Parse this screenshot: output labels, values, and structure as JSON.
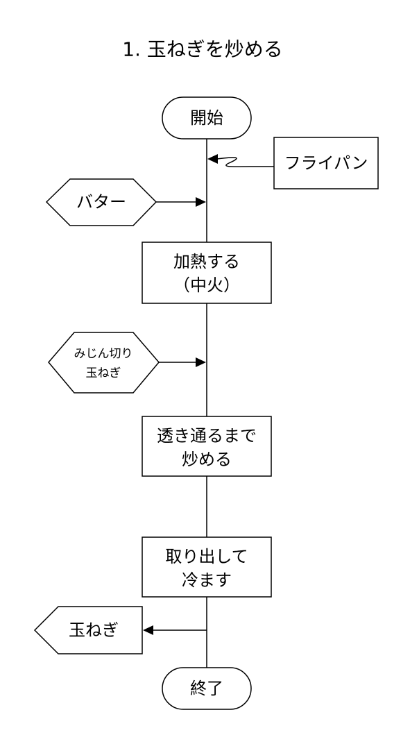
{
  "title": "1. 玉ねぎを炒める",
  "terminals": {
    "start": "開始",
    "end": "終了"
  },
  "equipment": {
    "pan": "フライパン"
  },
  "inputs": {
    "butter": "バター",
    "onion_line1": "みじん切り",
    "onion_line2": "玉ねぎ"
  },
  "processes": {
    "heat_line1": "加熱する",
    "heat_line2": "（中火）",
    "saute_line1": "透き通るまで",
    "saute_line2": "炒める",
    "cool_line1": "取り出して",
    "cool_line2": "冷ます"
  },
  "outputs": {
    "onion": "玉ねぎ"
  }
}
